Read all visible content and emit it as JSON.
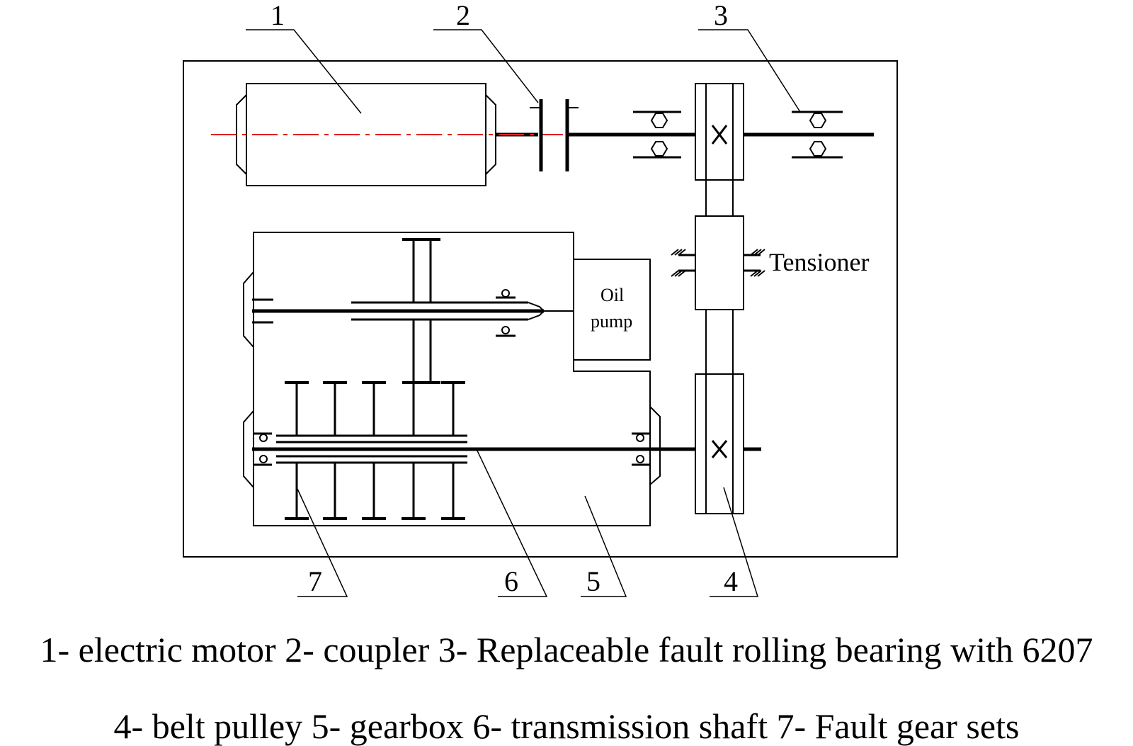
{
  "callouts": {
    "n1": "1",
    "n2": "2",
    "n3": "3",
    "n4": "4",
    "n5": "5",
    "n6": "6",
    "n7": "7"
  },
  "labels": {
    "oil_pump_line1": "Oil",
    "oil_pump_line2": "pump",
    "tensioner": "Tensioner"
  },
  "caption": {
    "line1": "1- electric motor 2- coupler 3- Replaceable fault rolling bearing with 6207",
    "line2": "4- belt pulley 5- gearbox 6- transmission shaft 7- Fault gear sets"
  },
  "colors": {
    "line": "#000000",
    "centerline": "#e02020"
  }
}
